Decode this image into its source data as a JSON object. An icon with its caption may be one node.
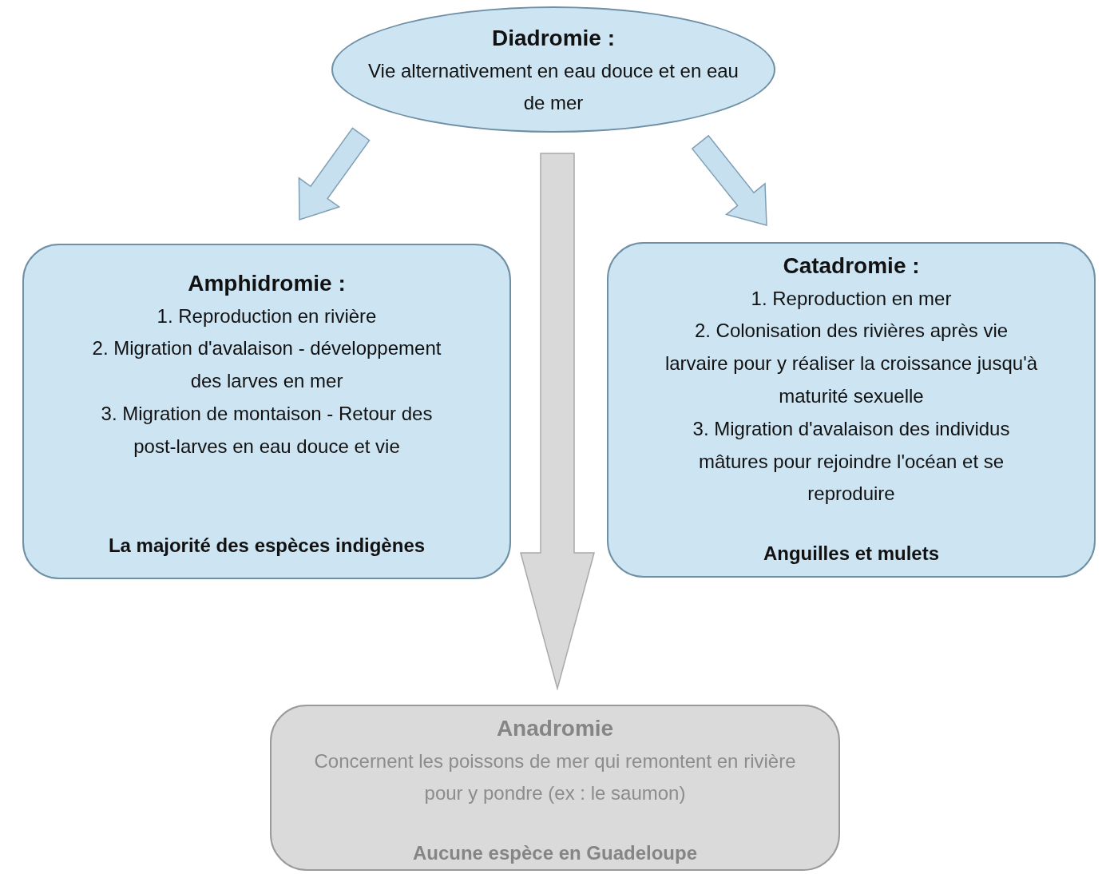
{
  "diagram": {
    "nodes": [
      {
        "text": [
          "Diadromie :",
          "Vie alternativement en eau douce et en eau de mer"
        ]
      },
      {
        "text": [
          "Amphidromie :",
          "1. Reproduction en rivière",
          "2. Migration d'avalaison - développement des larves en mer",
          "3. Migration de montaison - Retour des post-larves en eau douce et vie",
          "La majorité  des espèces indigènes"
        ]
      },
      {
        "text": [
          "Catadromie :",
          "1. Reproduction en mer",
          "2. Colonisation des rivières après vie larvaire pour y réaliser la croissance jusqu'à maturité sexuelle",
          "3. Migration d'avalaison des individus mâtures pour rejoindre l'océan et se reproduire",
          "Anguilles et mulets"
        ]
      },
      {
        "text": [
          "Anadromie",
          "Concernent les poissons de mer qui remontent en rivière pour y pondre (ex : le saumon)",
          "Aucune espèce en Guadeloupe"
        ]
      }
    ],
    "edges": [
      {
        "from": 0,
        "to": 1,
        "arrow": "to"
      },
      {
        "from": 0,
        "to": 2,
        "arrow": "to"
      },
      {
        "from": 0,
        "to": 3,
        "arrow": "to",
        "color": "#d9d9d9"
      }
    ]
  }
}
